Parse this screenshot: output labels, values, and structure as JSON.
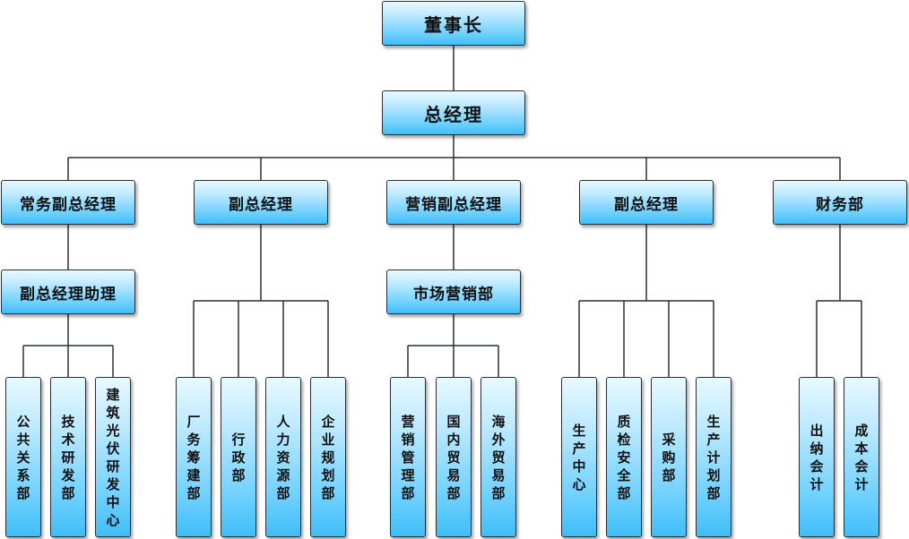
{
  "chairman": "董事长",
  "general_manager": "总经理",
  "vp_executive": "常务副总经理",
  "vp_1": "副总经理",
  "vp_sales": "营销副总经理",
  "vp_2": "副总经理",
  "finance": "财务部",
  "gm_assistant": "副总经理助理",
  "marketing": "市场营销部",
  "depts": {
    "public_relations": "公共关系部",
    "technology": "技术研发部",
    "pv_rd": "建筑光伏研发中心",
    "plant_construction": "厂务筹建部",
    "administration": "行政部",
    "hr": "人力资源部",
    "planning": "企业规划部",
    "sales_mgmt": "营销管理部",
    "domestic_trade": "国内贸易部",
    "foreign_trade": "海外贸易部",
    "production_center": "生产中心",
    "qa_safety": "质检安全部",
    "purchasing": "采购部",
    "production_planning": "生产计划部",
    "cashier": "出纳会计",
    "cost_accounting": "成本会计"
  }
}
